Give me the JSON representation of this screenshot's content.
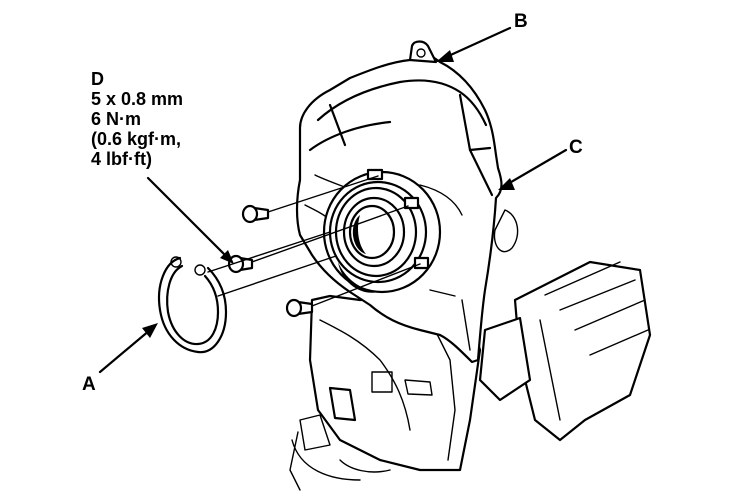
{
  "callouts": {
    "a": "A",
    "b": "B",
    "c": "C",
    "d": "D"
  },
  "bolt_spec": {
    "size": "5 x 0.8 mm",
    "torque_nm": "6 N·m",
    "torque_kgf": "(0.6 kgf·m,",
    "torque_lbf": "4 lbf·ft)"
  }
}
